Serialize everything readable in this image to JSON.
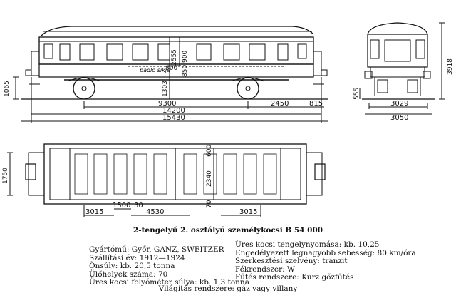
{
  "title": "2-tengelyű 2. osztályú személykocsi B 54 000",
  "side_view": {
    "platform_label": "padló síkja",
    "dims": {
      "h_1065": "1065",
      "h_2555": "2555",
      "h_900": "900",
      "h_800": "800",
      "h_850": "850",
      "h_1303": "1303",
      "l_9300": "9300",
      "l_2450": "2450",
      "l_815": "815",
      "l_14200": "14200",
      "l_15430": "15430"
    }
  },
  "end_view": {
    "dims": {
      "h_3918": "3918",
      "h_555": "555",
      "w_3029": "3029",
      "w_3050": "3050"
    }
  },
  "plan_view": {
    "dims": {
      "w_1750": "1750",
      "w_600": "600",
      "w_2340": "2340",
      "w_70": "70",
      "l_3015a": "3015",
      "l_1500": "1500",
      "l_30": "30",
      "l_4530": "4530",
      "l_3015b": "3015"
    }
  },
  "specs_left": [
    {
      "label": "Gyártómű:",
      "value": "Győr, GANZ, SWEITZER"
    },
    {
      "label": "Szállítási év:",
      "value": "1912—1924"
    },
    {
      "label": "Önsúly:",
      "value": "kb. 20,5 tonna"
    },
    {
      "label": "Ülőhelyek száma:",
      "value": "70"
    },
    {
      "label": "Üres kocsi folyóméter súlya:",
      "value": "kb. 1,3 tonna"
    }
  ],
  "specs_right": [
    {
      "label": "Üres kocsi tengelynyomása:",
      "value": "kb. 10,25"
    },
    {
      "label": "Engedélyezett legnagyobb sebesség:",
      "value": "80 km/óra"
    },
    {
      "label": "Szerkesztési szelvény:",
      "value": "tranzit"
    },
    {
      "label": "Fékrendszer:",
      "value": "W"
    },
    {
      "label": "Fűtés rendszere:",
      "value": "Kurz gőzfűtés"
    }
  ],
  "footer": {
    "label": "Világítás rendszere:",
    "value": "gáz vagy villany"
  }
}
